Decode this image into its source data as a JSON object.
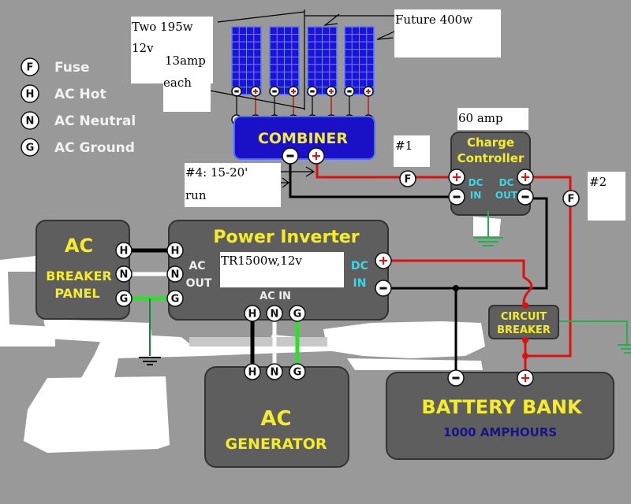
{
  "legend": {
    "items": [
      {
        "symbol": "F",
        "label": "Fuse"
      },
      {
        "symbol": "H",
        "label": "AC Hot"
      },
      {
        "symbol": "N",
        "label": "AC Neutral"
      },
      {
        "symbol": "G",
        "label": "AC Ground"
      }
    ]
  },
  "notes": {
    "panels_line1": "Two 195w",
    "panels_line2": "12v",
    "panels_line3": "13amp",
    "panels_line4": "each",
    "future": "Future 400w",
    "run_line1": "#4: 15-20'",
    "run_line2": "run",
    "fuse1": "#1",
    "fuse2": "#2",
    "controller_rating": "60 amp",
    "inverter_model": "TR1500w,12v"
  },
  "components": {
    "combiner": {
      "title": "COMBINER",
      "neg": "-",
      "pos": "+"
    },
    "charge_controller": {
      "title_line1": "Charge",
      "title_line2": "Controller",
      "dc_in_1": "DC",
      "dc_in_2": "IN",
      "dc_out_1": "DC",
      "dc_out_2": "OUT"
    },
    "breaker_panel": {
      "title_line1": "AC",
      "title_line2": "BREAKER",
      "title_line3": "PANEL"
    },
    "inverter": {
      "title": "Power Inverter",
      "ac_out_1": "AC",
      "ac_out_2": "OUT",
      "ac_in": "AC  IN",
      "dc_in_1": "DC",
      "dc_in_2": "IN"
    },
    "circuit_breaker": {
      "title_line1": "CIRCUIT",
      "title_line2": "BREAKER"
    },
    "generator": {
      "title_line1": "AC",
      "title_line2": "GENERATOR"
    },
    "battery_bank": {
      "title": "BATTERY BANK",
      "capacity": "1000  AMPHOURS"
    }
  },
  "terminals": {
    "hot": "H",
    "neutral": "N",
    "ground": "G",
    "fuse": "F",
    "plus": "+",
    "minus": "-"
  },
  "colors": {
    "background": "#999999",
    "box": "#5e5e5e",
    "combiner": "#1a10c8",
    "panel": "#1c12d8",
    "title_yellow": "#f5ec2a",
    "dc_label_cyan": "#3ad7e6",
    "positive_wire": "#e01010",
    "negative_wire": "#000000",
    "ground_wire": "#22b24a",
    "ac_ground_wire": "#2ee02e",
    "battery_capacity": "#14148c"
  }
}
